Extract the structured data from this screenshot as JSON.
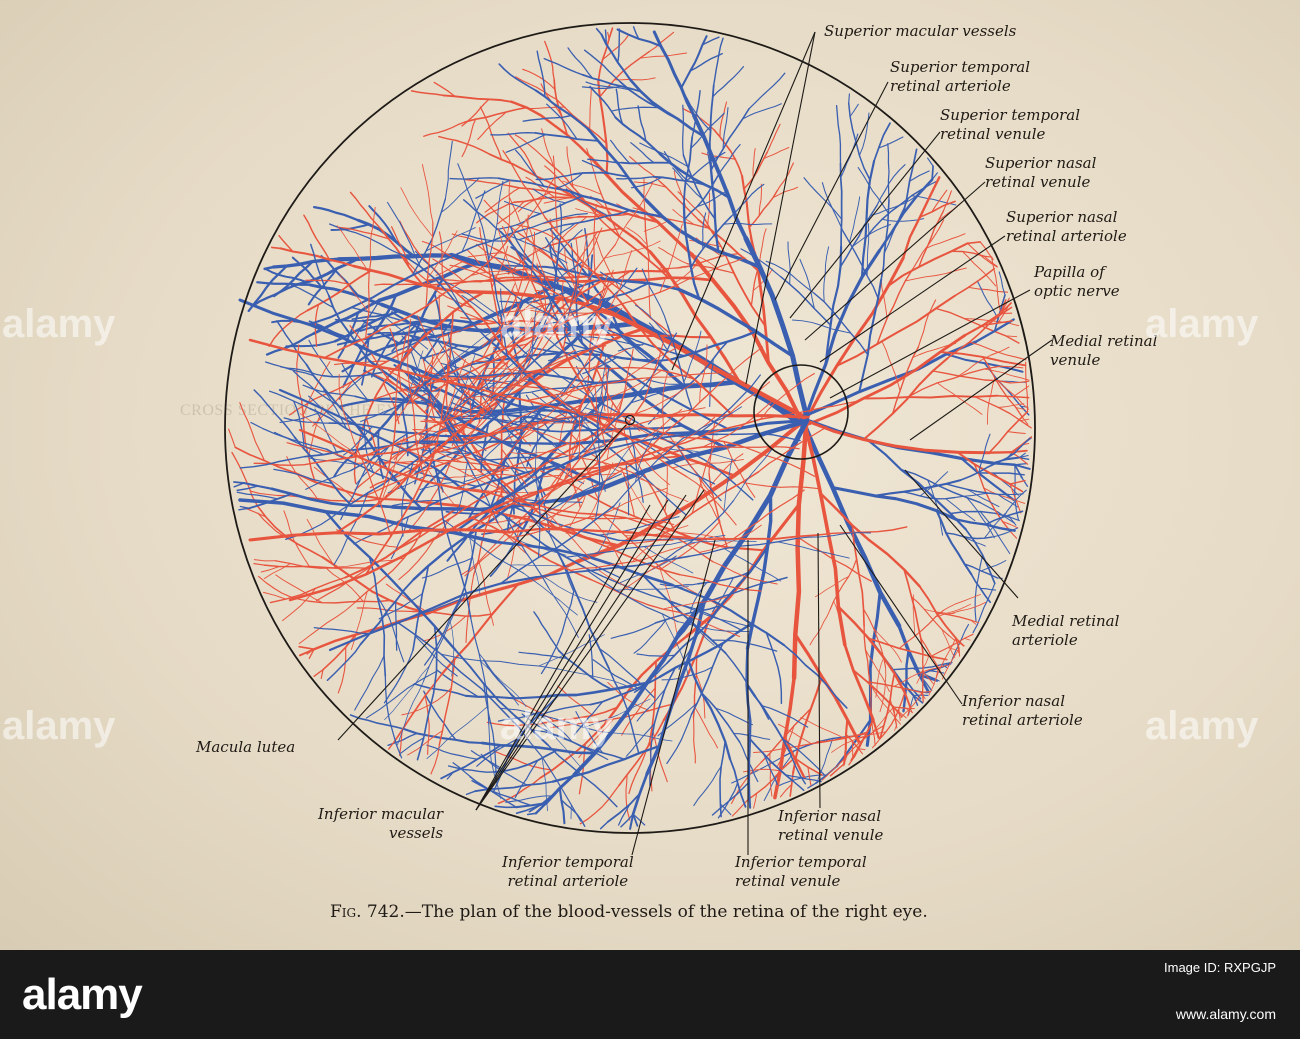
{
  "diagram": {
    "labels": {
      "superior_macular_vessels": [
        "Superior macular vessels"
      ],
      "superior_temporal_retinal_arteriole": [
        "Superior temporal",
        "retinal arteriole"
      ],
      "superior_temporal_retinal_venule": [
        "Superior temporal",
        "retinal venule"
      ],
      "superior_nasal_retinal_venule": [
        "Superior nasal",
        "retinal venule"
      ],
      "superior_nasal_retinal_arteriole": [
        "Superior nasal",
        "retinal arteriole"
      ],
      "papilla_of_optic_nerve": [
        "Papilla of",
        "optic nerve"
      ],
      "medial_retinal_venule": [
        "Medial retinal",
        "venule"
      ],
      "medial_retinal_arteriole": [
        "Medial retinal",
        "arteriole"
      ],
      "inferior_nasal_retinal_arteriole": [
        "Inferior nasal",
        "retinal arteriole"
      ],
      "inferior_nasal_retinal_venule": [
        "Inferior nasal",
        "retinal venule"
      ],
      "inferior_temporal_retinal_venule": [
        "Inferior temporal",
        "retinal venule"
      ],
      "inferior_temporal_retinal_arteriole": [
        "Inferior temporal",
        "retinal arteriole"
      ],
      "inferior_macular_vessels": [
        "Inferior macular",
        "vessels"
      ],
      "macula_lutea": [
        "Macula lutea"
      ]
    },
    "caption_fig": "Fig. 742.",
    "caption_text": "—The plan of the blood-vessels of the retina of the right eye.",
    "colors": {
      "arteriole": "#e8553f",
      "venule": "#3a5fb0",
      "outline": "#1d1a17"
    }
  },
  "watermark": {
    "text": "alamy"
  },
  "footer": {
    "logo": "alamy",
    "image_id": "Image ID: RXPGJP",
    "url": "www.alamy.com"
  }
}
